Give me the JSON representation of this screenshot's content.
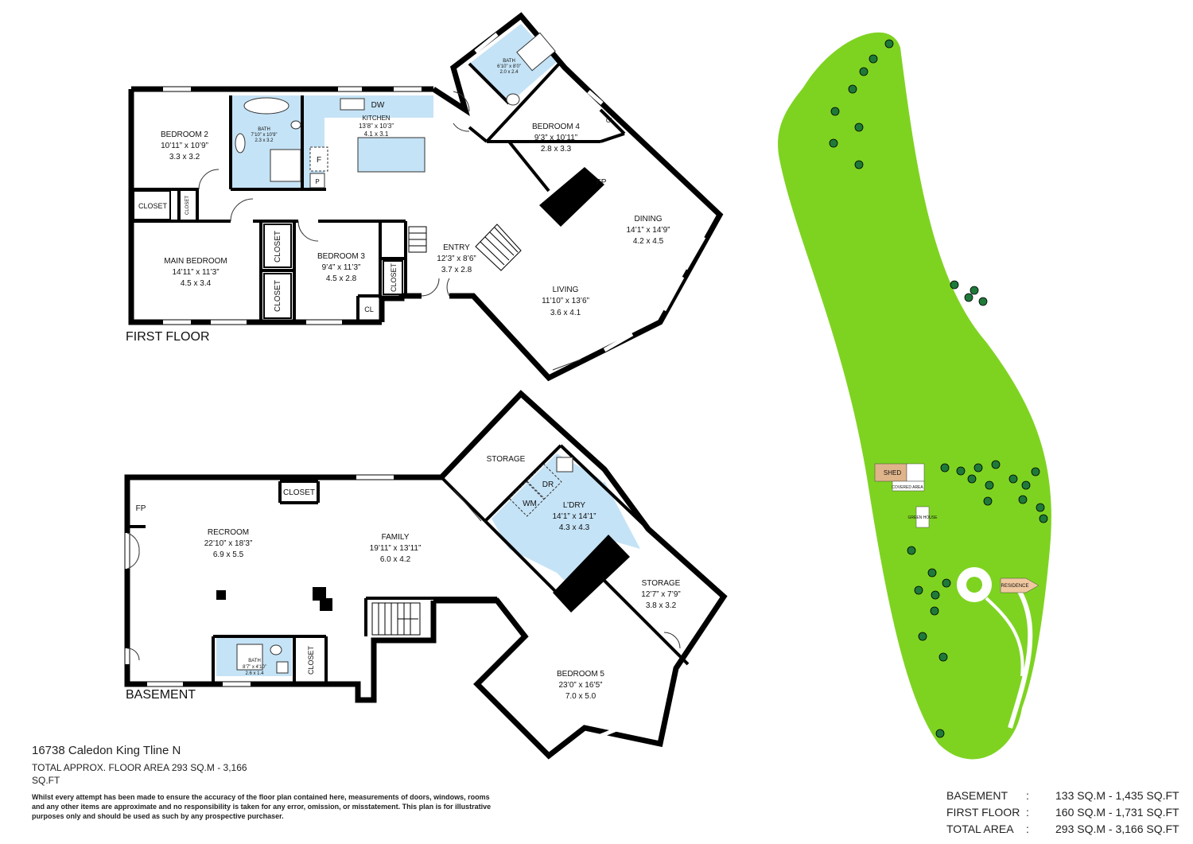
{
  "first_floor": {
    "title": "FIRST FLOOR",
    "bedroom2": {
      "name": "BEDROOM 2",
      "imperial": "10’11” x 10’9”",
      "metric": "3.3 x 3.2"
    },
    "bath1": {
      "name": "BATH",
      "imperial": "7’10” x 10’9”",
      "metric": "2.3 x 3.2"
    },
    "kitchen": {
      "name": "KITCHEN",
      "imperial": "13’8” x 10’3”",
      "metric": "4.1 x 3.1",
      "dw": "DW",
      "f": "F",
      "p": "P"
    },
    "bath2": {
      "name": "BATH",
      "imperial": "6’10” x 8’0”",
      "metric": "2.0 x 2.4"
    },
    "bedroom4": {
      "name": "BEDROOM 4",
      "imperial": "9’3” x 10’11”",
      "metric": "2.8 x 3.3",
      "cl": "CL"
    },
    "fp": "FP",
    "dining": {
      "name": "DINING",
      "imperial": "14’1” x 14’9”",
      "metric": "4.2 x 4.5"
    },
    "closet_a": "CLOSET",
    "closet_b": "CLOSET",
    "main_bedroom": {
      "name": "MAIN BEDROOM",
      "imperial": "14’11” x 11’3”",
      "metric": "4.5 x 3.4"
    },
    "closet_c": "CLOSET",
    "closet_d": "CLOSET",
    "bedroom3": {
      "name": "BEDROOM 3",
      "imperial": "9’4” x 11’3”",
      "metric": "4.5 x 2.8",
      "cl": "CL"
    },
    "closet_e": "CLOSET",
    "entry": {
      "name": "ENTRY",
      "imperial": "12’3” x 8’6”",
      "metric": "3.7 x 2.8"
    },
    "living": {
      "name": "LIVING",
      "imperial": "11’10” x 13’6”",
      "metric": "3.6 x 4.1"
    }
  },
  "basement": {
    "title": "BASEMENT",
    "fp": "FP",
    "closet1": "CLOSET",
    "recroom": {
      "name": "RECROOM",
      "imperial": "22’10” x 18’3”",
      "metric": "6.9 x 5.5"
    },
    "family": {
      "name": "FAMILY",
      "imperial": "19’11” x 13’11”",
      "metric": "6.0 x 4.2"
    },
    "storage1": {
      "name": "STORAGE"
    },
    "laundry": {
      "name": "L’DRY",
      "imperial": "14’1” x 14’1”",
      "metric": "4.3 x 4.3",
      "dr": "DR",
      "wm": "WM"
    },
    "storage2": {
      "name": "STORAGE",
      "imperial": "12’7” x 7’9”",
      "metric": "3.8 x 3.2"
    },
    "bath": {
      "name": "BATH",
      "imperial": "8’7” x 4’10”",
      "metric": "2.6 x 1.4"
    },
    "closet2": "CLOSET",
    "bedroom5": {
      "name": "BEDROOM 5",
      "imperial": "23’0” x 16’5”",
      "metric": "7.0 x 5.0"
    }
  },
  "site": {
    "shed": "SHED",
    "covered_area": "COVERED AREA",
    "green_house": "GREEN HOUSE",
    "residence": "RESIDENCE",
    "colors": {
      "lawn": "#7ed321",
      "tree": "#1f7a3a",
      "shed": "#e0b48a",
      "residence": "#f0c8a0"
    }
  },
  "footer": {
    "address": "16738 Caledon King Tline N",
    "total_line": "TOTAL APPROX. FLOOR AREA 293 SQ.M - 3,166 SQ.FT",
    "disclaimer": "Whilst every attempt has been made to ensure the accuracy of the floor plan contained here, measurements of doors, windows, rooms and any other items are approximate and no responsibility is taken for any error, omission, or misstatement. This plan is for illustrative purposes only and should be used as such by any prospective purchaser."
  },
  "summary": {
    "rows": [
      {
        "label": "BASEMENT",
        "sep": ":",
        "value": "133 SQ.M - 1,435 SQ.FT"
      },
      {
        "label": "FIRST FLOOR",
        "sep": ":",
        "value": "160 SQ.M - 1,731 SQ.FT"
      },
      {
        "label": "TOTAL AREA",
        "sep": ":",
        "value": "293 SQ.M - 3,166 SQ.FT"
      }
    ]
  },
  "colors": {
    "wall": "#000000",
    "wet_room": "#c5e3f6",
    "window": "#ffffff"
  }
}
